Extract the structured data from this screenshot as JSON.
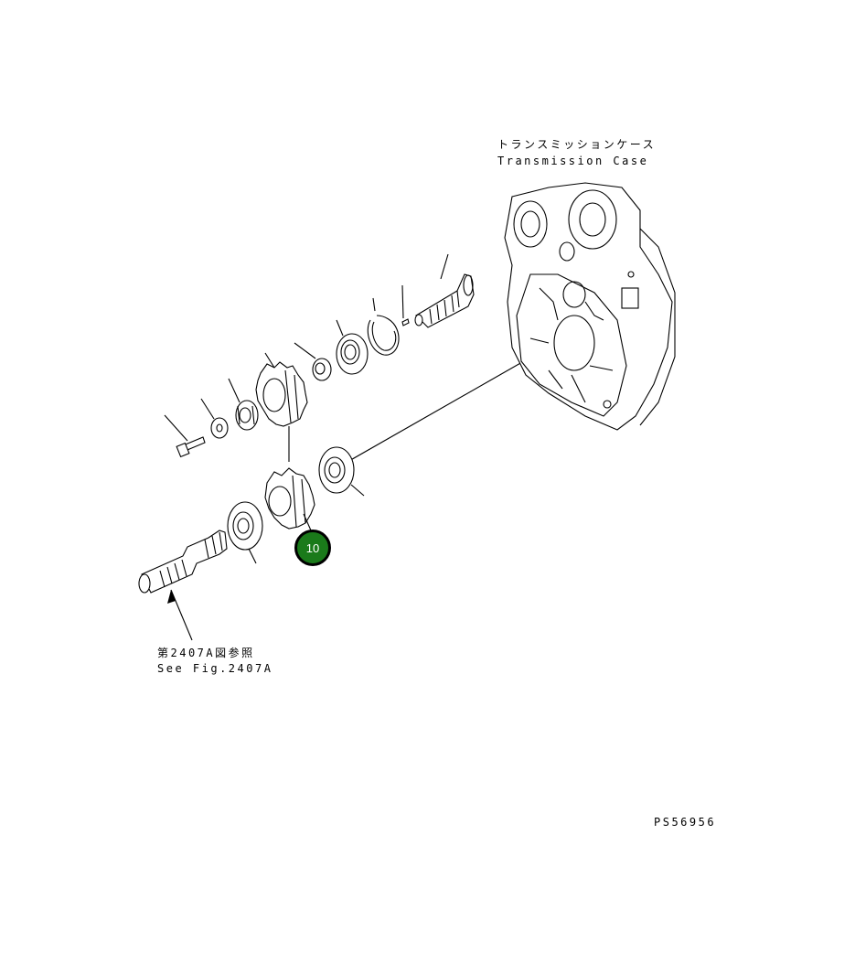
{
  "labels": {
    "case_jp": "トランスミッションケース",
    "case_en": "Transmission Case",
    "ref_jp": "第2407A図参照",
    "ref_en": "See Fig.2407A",
    "figure_code": "PS56956"
  },
  "callouts": [
    {
      "number": "10",
      "color": "#1a7a1a"
    }
  ]
}
